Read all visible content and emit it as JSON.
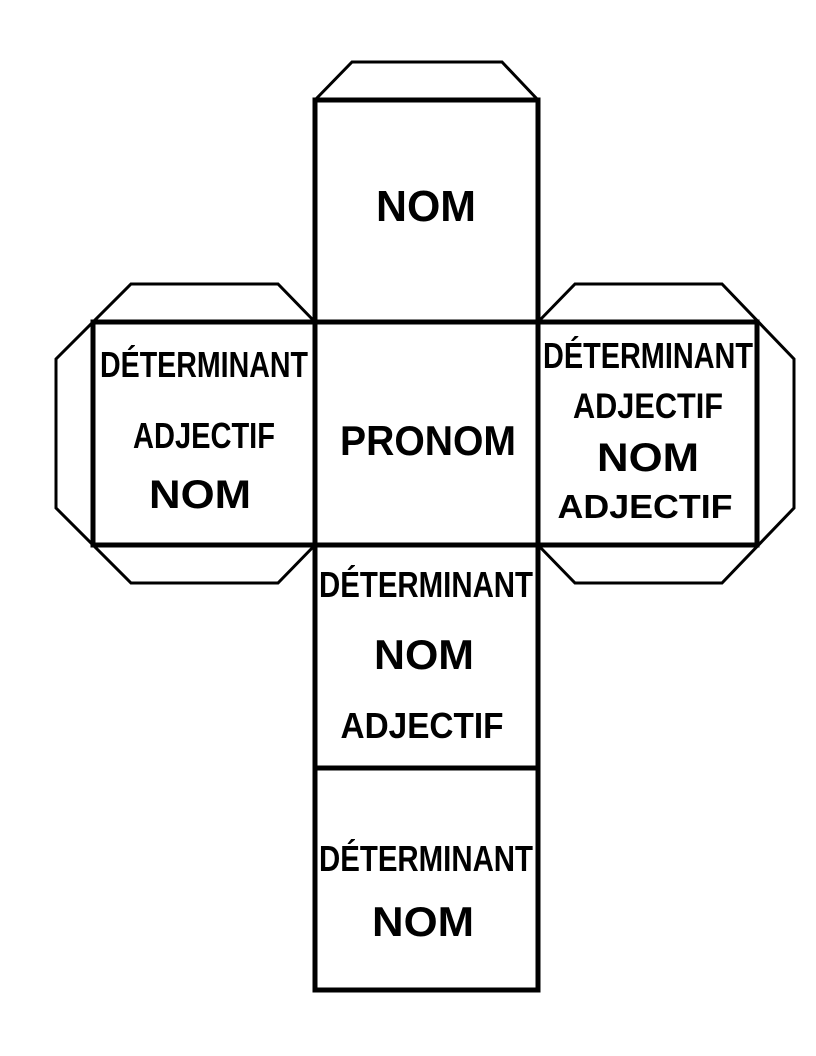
{
  "document": {
    "kind": "cube-net-printable",
    "ink_color": "#000000",
    "paper_color": "#ffffff"
  },
  "faces": {
    "top": {
      "lines": [
        "NOM"
      ]
    },
    "left": {
      "lines": [
        "DÉTERMINANT",
        "ADJECTIF",
        "NOM"
      ]
    },
    "center": {
      "lines": [
        "PRONOM"
      ]
    },
    "right": {
      "lines": [
        "DÉTERMINANT",
        "ADJECTIF",
        "NOM",
        "ADJECTIF"
      ]
    },
    "lower": {
      "lines": [
        "DÉTERMINANT",
        "NOM",
        "ADJECTIF"
      ]
    },
    "bottom": {
      "lines": [
        "DÉTERMINANT",
        "NOM"
      ]
    }
  }
}
